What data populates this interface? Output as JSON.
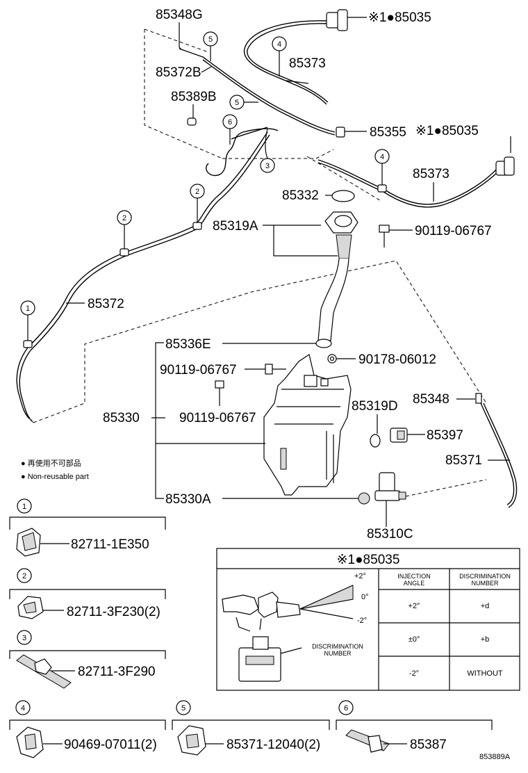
{
  "labels": {
    "p85348G": "85348G",
    "p85035_top": "※1●85035",
    "p85373_top": "85373",
    "p85372B": "85372B",
    "p85389B": "85389B",
    "p85355": "85355",
    "p85035_right": "※1●85035",
    "p85373_mid": "85373",
    "p85332": "85332",
    "p85319A": "85319A",
    "p90119_06767_a": "90119-06767",
    "p85372": "85372",
    "p85336E": "85336E",
    "p90119_06767_b": "90119-06767",
    "p90178_06012": "90178-06012",
    "p85319D": "85319D",
    "p85348": "85348",
    "p85330": "85330",
    "p90119_06767_c": "90119-06767",
    "p85397": "85397",
    "p85371": "85371",
    "p85330A": "85330A",
    "p85310C": "85310C",
    "diagram_code": "853889A"
  },
  "callouts": {
    "c1": "1",
    "c2": "2",
    "c3": "3",
    "c4": "4",
    "c5": "5",
    "c6": "6"
  },
  "legend": {
    "jp": "● 再使用不可部品",
    "en": "● Non-reusable part"
  },
  "clips": [
    {
      "num": "1",
      "part": "82711-1E350"
    },
    {
      "num": "2",
      "part": "82711-3F230(2)"
    },
    {
      "num": "3",
      "part": "82711-3F290"
    },
    {
      "num": "4",
      "part": "90469-07011(2)"
    },
    {
      "num": "5",
      "part": "85371-12040(2)"
    },
    {
      "num": "6",
      "part": "85387"
    }
  ],
  "nozzle_table": {
    "title": "※1●85035",
    "col1": "INJECTION ANGLE",
    "col2": "DISCRIMINATION NUMBER",
    "angle_plus": "+2°",
    "angle_zero": "0°",
    "angle_minus": "-2°",
    "disc_label": "DISCRIMINATION NUMBER",
    "rows": [
      {
        "angle": "+2°",
        "number": "+d"
      },
      {
        "angle": "±0°",
        "number": "+b"
      },
      {
        "angle": "-2°",
        "number": "WITHOUT"
      }
    ]
  }
}
